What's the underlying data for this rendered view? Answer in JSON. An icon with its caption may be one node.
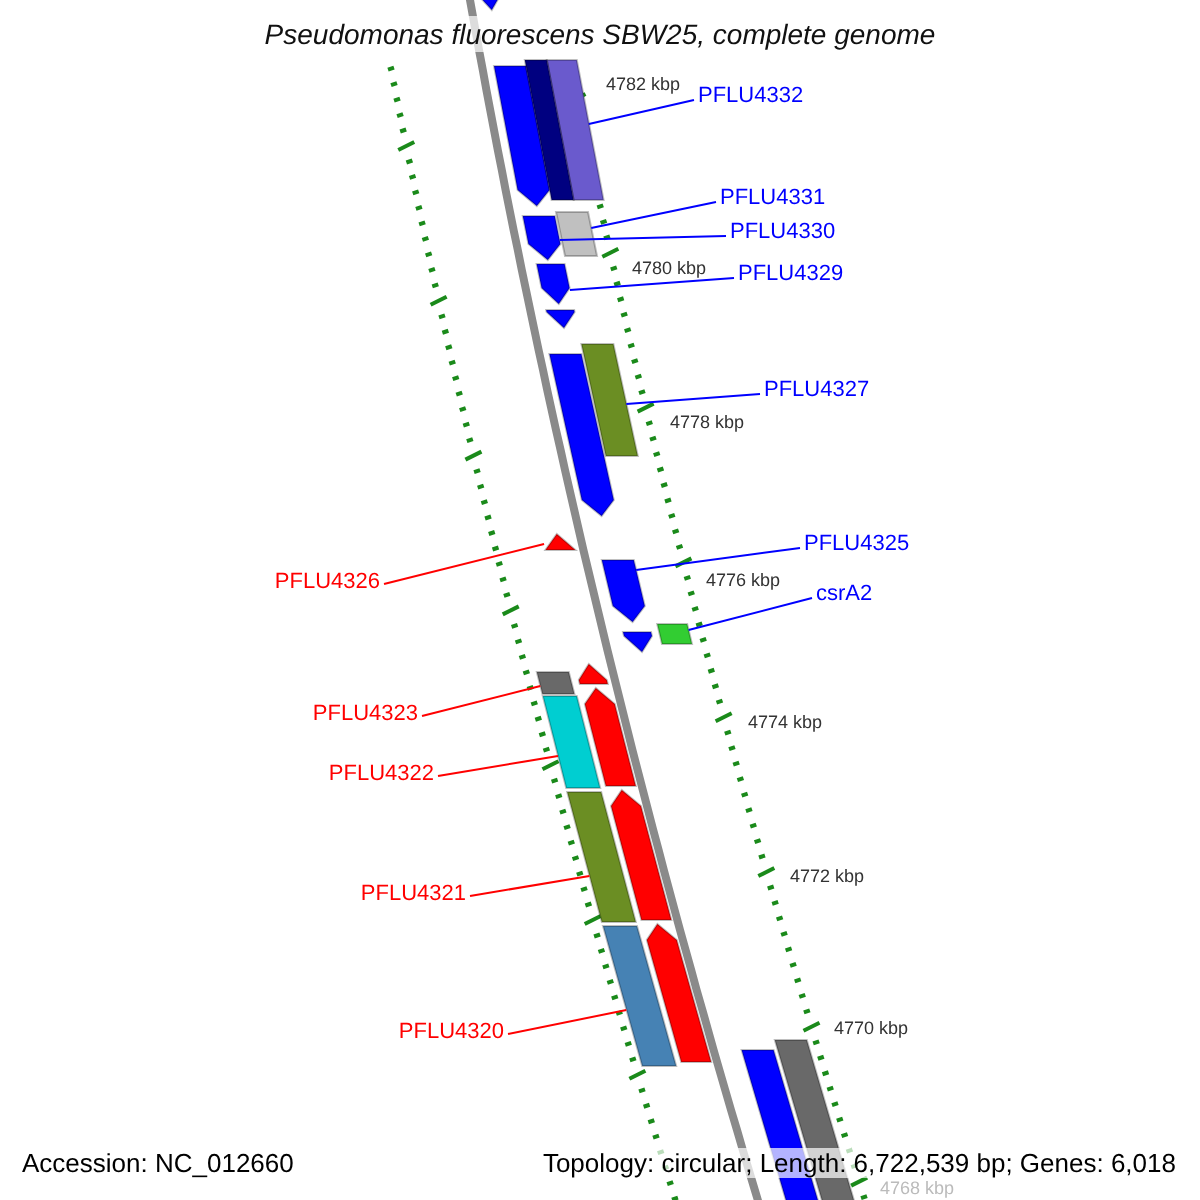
{
  "diagram": {
    "title": "Pseudomonas fluorescens SBW25, complete genome",
    "nodes": [
      {
        "text": [
          "PFLU4332"
        ]
      },
      {
        "text": [],
        "shape": "bar"
      },
      {
        "text": [
          "PFLU4331"
        ]
      },
      {
        "text": [],
        "shape": "bar"
      },
      {
        "text": [
          "PFLU4330"
        ]
      },
      {
        "text": [],
        "shape": "arrow"
      },
      {
        "text": [
          "PFLU4329"
        ]
      },
      {
        "text": [],
        "shape": "arrow"
      },
      {
        "text": [
          "PFLU4327"
        ]
      },
      {
        "text": [],
        "shape": "bar"
      },
      {
        "text": [
          "PFLU4326"
        ]
      },
      {
        "text": [],
        "shape": "triangle"
      },
      {
        "text": [
          "PFLU4325"
        ]
      },
      {
        "text": [],
        "shape": "arrow"
      },
      {
        "text": [
          "csrA2"
        ]
      },
      {
        "text": [],
        "shape": "bar"
      },
      {
        "text": [
          "PFLU4323"
        ]
      },
      {
        "text": [],
        "shape": "bar"
      },
      {
        "text": [
          "PFLU4322"
        ]
      },
      {
        "text": [],
        "shape": "bar"
      },
      {
        "text": [
          "PFLU4321"
        ]
      },
      {
        "text": [],
        "shape": "bar"
      },
      {
        "text": [
          "PFLU4320"
        ]
      },
      {
        "text": [],
        "shape": "bar"
      },
      {
        "text": [],
        "shape": "arrow"
      },
      {
        "text": [],
        "shape": "arrow"
      },
      {
        "text": [],
        "shape": "bar"
      },
      {
        "text": [],
        "shape": "arrow"
      },
      {
        "text": [],
        "shape": "arrow"
      },
      {
        "text": [],
        "shape": "arrow"
      },
      {
        "text": [],
        "shape": "arrow"
      },
      {
        "text": [],
        "shape": "arrow"
      },
      {
        "text": [],
        "shape": "arrow"
      },
      {
        "text": [],
        "shape": "arrow"
      },
      {
        "text": [],
        "shape": "bar"
      },
      {
        "text": [],
        "shape": "bar"
      }
    ],
    "edges": [
      {
        "from": 0,
        "to": 1,
        "arrow": "none"
      },
      {
        "from": 2,
        "to": 3,
        "arrow": "none"
      },
      {
        "from": 4,
        "to": 5,
        "arrow": "none"
      },
      {
        "from": 6,
        "to": 7,
        "arrow": "none"
      },
      {
        "from": 8,
        "to": 9,
        "arrow": "none"
      },
      {
        "from": 10,
        "to": 11,
        "arrow": "none",
        "color": "#ff0000"
      },
      {
        "from": 12,
        "to": 13,
        "arrow": "none"
      },
      {
        "from": 14,
        "to": 15,
        "arrow": "none"
      },
      {
        "from": 16,
        "to": 17,
        "arrow": "none",
        "color": "#ff0000"
      },
      {
        "from": 18,
        "to": 19,
        "arrow": "none",
        "color": "#ff0000"
      },
      {
        "from": 20,
        "to": 21,
        "arrow": "none",
        "color": "#ff0000"
      },
      {
        "from": 22,
        "to": 23,
        "arrow": "none",
        "color": "#ff0000"
      }
    ],
    "labels": [
      "4782 kbp",
      "4780 kbp",
      "4778 kbp",
      "4776 kbp",
      "4774 kbp",
      "4772 kbp",
      "4770 kbp",
      "4768 kbp",
      "Accession: NC_012660",
      "Topology: circular; Length: 6,722,539 bp; Genes: 6,018"
    ]
  }
}
